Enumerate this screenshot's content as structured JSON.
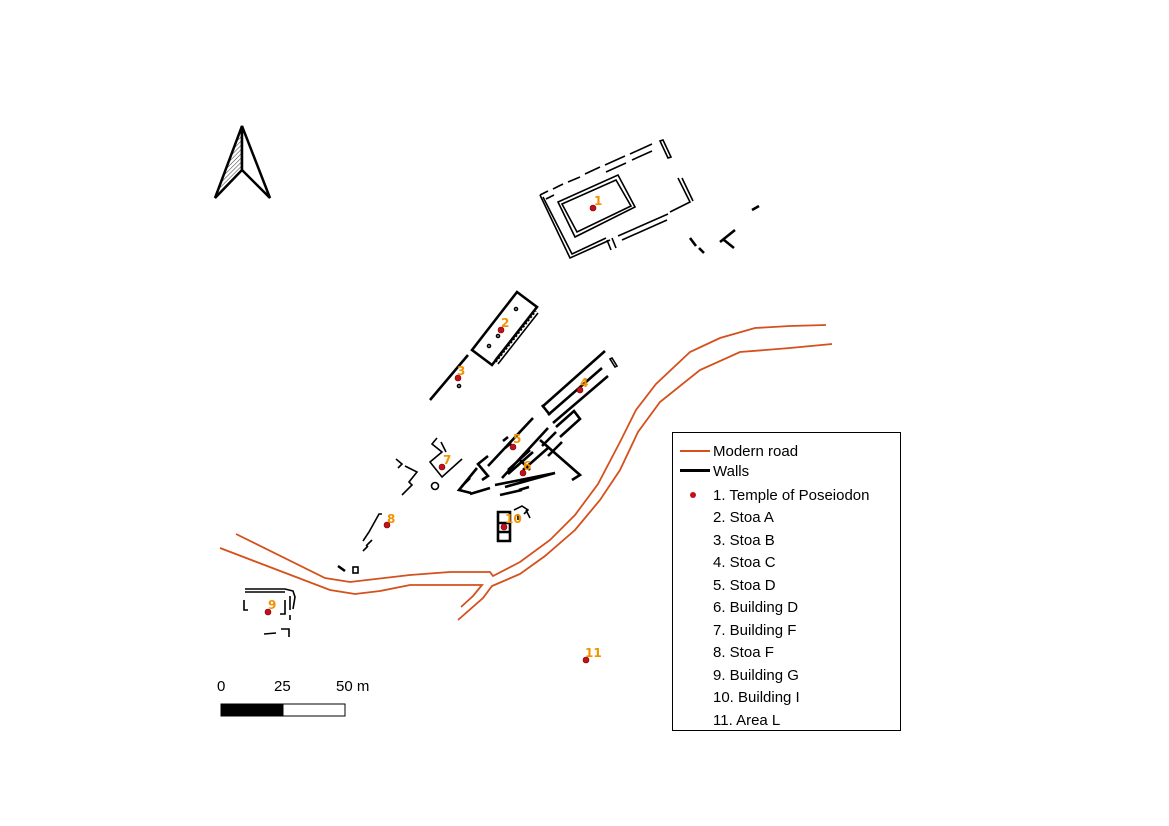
{
  "legend": {
    "road_label": "Modern road",
    "walls_label": "Walls",
    "sites": [
      "1. Temple of Poseiodon",
      "2. Stoa A",
      "3. Stoa B",
      "4. Stoa C",
      "5. Stoa D",
      "6. Building D",
      "7. Building F",
      "8. Stoa F",
      "9. Building G",
      "10. Building I",
      "11. Area L"
    ]
  },
  "site_labels": [
    "1",
    "2",
    "3",
    "4",
    "5",
    "6",
    "7",
    "8",
    "9",
    "10",
    "11"
  ],
  "scale_bar": {
    "ticks": [
      "0",
      "25",
      "50 m"
    ]
  },
  "colors": {
    "road": "#d4501c",
    "site_point": "#c1121c",
    "site_label": "#f39200",
    "walls": "#000000"
  }
}
